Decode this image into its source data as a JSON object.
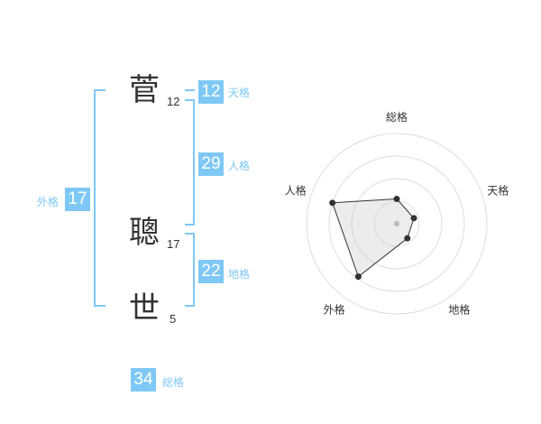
{
  "name_chars": [
    {
      "char": "菅",
      "strokes": "12"
    },
    {
      "char": "聰",
      "strokes": "17"
    },
    {
      "char": "世",
      "strokes": "5"
    }
  ],
  "fortunes": {
    "tenkaku": {
      "label": "天格",
      "value": "12"
    },
    "jinkaku": {
      "label": "人格",
      "value": "29"
    },
    "chikaku": {
      "label": "地格",
      "value": "22"
    },
    "gaikaku": {
      "label": "外格",
      "value": "17"
    },
    "soukaku": {
      "label": "総格",
      "value": "34"
    }
  },
  "colors": {
    "accent": "#7ec8f5",
    "text": "#333333"
  },
  "chart_data": {
    "type": "radar",
    "axes": [
      "総格",
      "天格",
      "地格",
      "外格",
      "人格"
    ],
    "values": [
      1.1,
      0.8,
      0.8,
      2.9,
      3.0
    ],
    "rmax": 4,
    "rings": 4
  }
}
